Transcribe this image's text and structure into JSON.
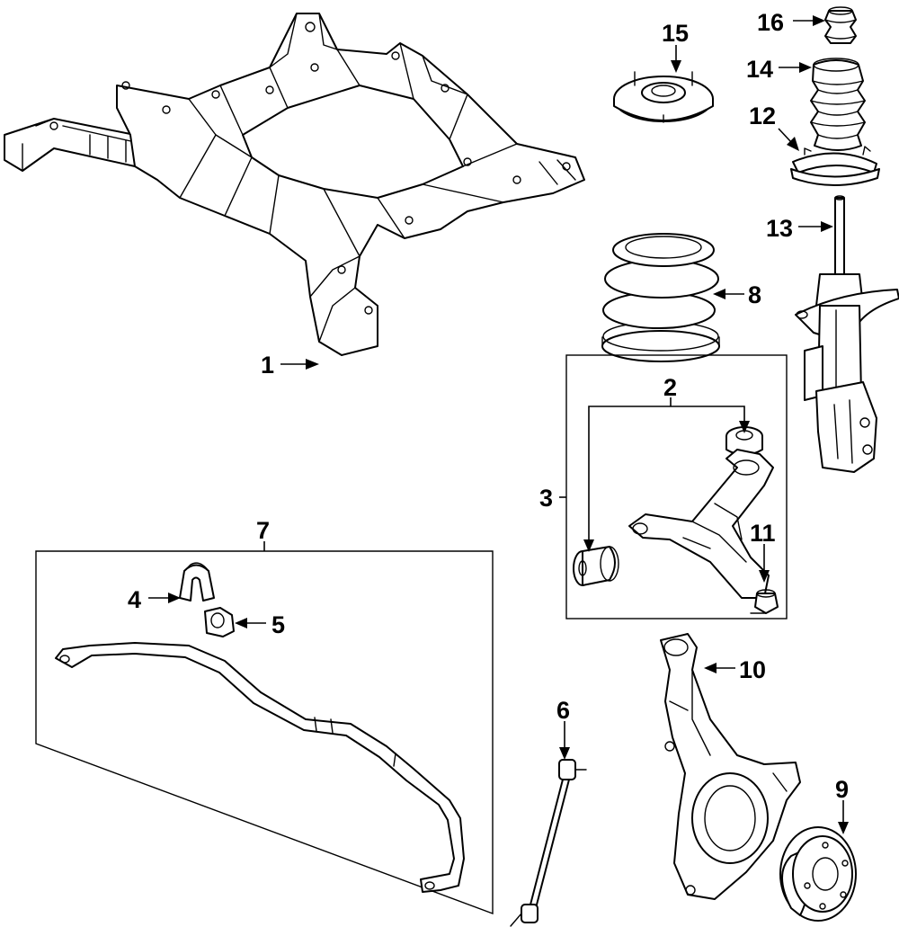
{
  "diagram": {
    "colors": {
      "line": "#000000",
      "background": "#ffffff"
    },
    "callouts": [
      {
        "id": "1",
        "label": "1"
      },
      {
        "id": "2",
        "label": "2"
      },
      {
        "id": "3",
        "label": "3"
      },
      {
        "id": "4",
        "label": "4"
      },
      {
        "id": "5",
        "label": "5"
      },
      {
        "id": "6",
        "label": "6"
      },
      {
        "id": "7",
        "label": "7"
      },
      {
        "id": "8",
        "label": "8"
      },
      {
        "id": "9",
        "label": "9"
      },
      {
        "id": "10",
        "label": "10"
      },
      {
        "id": "11",
        "label": "11"
      },
      {
        "id": "12",
        "label": "12"
      },
      {
        "id": "13",
        "label": "13"
      },
      {
        "id": "14",
        "label": "14"
      },
      {
        "id": "15",
        "label": "15"
      },
      {
        "id": "16",
        "label": "16"
      }
    ]
  }
}
